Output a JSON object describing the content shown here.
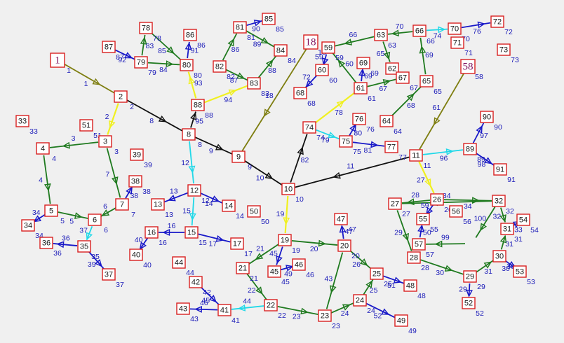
{
  "colors": {
    "background": "#f0f0f0",
    "node_border": "#d82020",
    "label_text": "#1a1ab8",
    "edge_olive": "#7e7e10",
    "edge_black": "#111111",
    "edge_yellow": "#f0f020",
    "edge_green": "#1f7a1f",
    "edge_blue": "#1818c8",
    "edge_cyan": "#20d8e8"
  },
  "nodes": [
    {
      "id": "n1",
      "label": "1",
      "big": true
    },
    {
      "id": "n2",
      "label": "2"
    },
    {
      "id": "n3",
      "label": "3"
    },
    {
      "id": "n4",
      "label": "4"
    },
    {
      "id": "n5",
      "label": "5"
    },
    {
      "id": "n6",
      "label": "6"
    },
    {
      "id": "n7",
      "label": "7"
    },
    {
      "id": "n8",
      "label": "8"
    },
    {
      "id": "n9",
      "label": "9"
    },
    {
      "id": "n10",
      "label": "10"
    },
    {
      "id": "n11",
      "label": "11"
    },
    {
      "id": "n12",
      "label": "12"
    },
    {
      "id": "n13",
      "label": "13"
    },
    {
      "id": "n14",
      "label": "14"
    },
    {
      "id": "n15",
      "label": "15"
    },
    {
      "id": "n16",
      "label": "16"
    },
    {
      "id": "n17",
      "label": "17"
    },
    {
      "id": "n18",
      "label": "18",
      "big": true
    },
    {
      "id": "n19",
      "label": "19"
    },
    {
      "id": "n20",
      "label": "20"
    },
    {
      "id": "n21",
      "label": "21"
    },
    {
      "id": "n22",
      "label": "22"
    },
    {
      "id": "n23",
      "label": "23"
    },
    {
      "id": "n24",
      "label": "24"
    },
    {
      "id": "n25",
      "label": "25"
    },
    {
      "id": "n26",
      "label": "26"
    },
    {
      "id": "n27",
      "label": "27"
    },
    {
      "id": "n28",
      "label": "28"
    },
    {
      "id": "n29",
      "label": "29"
    },
    {
      "id": "n30",
      "label": "30"
    },
    {
      "id": "n31",
      "label": "31"
    },
    {
      "id": "n32",
      "label": "32"
    },
    {
      "id": "n33",
      "label": "33"
    },
    {
      "id": "n34",
      "label": "34"
    },
    {
      "id": "n35",
      "label": "35"
    },
    {
      "id": "n36",
      "label": "36"
    },
    {
      "id": "n37",
      "label": "37"
    },
    {
      "id": "n38",
      "label": "38"
    },
    {
      "id": "n39",
      "label": "39"
    },
    {
      "id": "n40",
      "label": "40"
    },
    {
      "id": "n41",
      "label": "41"
    },
    {
      "id": "n42",
      "label": "42"
    },
    {
      "id": "n43",
      "label": "43"
    },
    {
      "id": "n44",
      "label": "44"
    },
    {
      "id": "n45",
      "label": "45"
    },
    {
      "id": "n46",
      "label": "46"
    },
    {
      "id": "n47",
      "label": "47"
    },
    {
      "id": "n48",
      "label": "48"
    },
    {
      "id": "n49",
      "label": "49"
    },
    {
      "id": "n50",
      "label": "50"
    },
    {
      "id": "n51",
      "label": "51"
    },
    {
      "id": "n52",
      "label": "52"
    },
    {
      "id": "n53",
      "label": "53"
    },
    {
      "id": "n54",
      "label": "54"
    },
    {
      "id": "n55",
      "label": "55"
    },
    {
      "id": "n56",
      "label": "56"
    },
    {
      "id": "n57",
      "label": "57"
    },
    {
      "id": "n58",
      "label": "58",
      "big": true
    },
    {
      "id": "n59",
      "label": "59"
    },
    {
      "id": "n60",
      "label": "60"
    },
    {
      "id": "n61",
      "label": "61"
    },
    {
      "id": "n62",
      "label": "62"
    },
    {
      "id": "n63",
      "label": "63"
    },
    {
      "id": "n64",
      "label": "64"
    },
    {
      "id": "n65",
      "label": "65"
    },
    {
      "id": "n66",
      "label": "66"
    },
    {
      "id": "n67",
      "label": "67"
    },
    {
      "id": "n68",
      "label": "68"
    },
    {
      "id": "n69",
      "label": "69"
    },
    {
      "id": "n70",
      "label": "70"
    },
    {
      "id": "n71",
      "label": "71"
    },
    {
      "id": "n72",
      "label": "72"
    },
    {
      "id": "n73",
      "label": "73"
    },
    {
      "id": "n74",
      "label": "74"
    },
    {
      "id": "n75",
      "label": "75"
    },
    {
      "id": "n76",
      "label": "76"
    },
    {
      "id": "n77",
      "label": "77"
    },
    {
      "id": "n78",
      "label": "78"
    },
    {
      "id": "n79",
      "label": "79"
    },
    {
      "id": "n80",
      "label": "80"
    },
    {
      "id": "n81",
      "label": "81"
    },
    {
      "id": "n82",
      "label": "82"
    },
    {
      "id": "n83",
      "label": "83"
    },
    {
      "id": "n84",
      "label": "84"
    },
    {
      "id": "n85",
      "label": "85"
    },
    {
      "id": "n86",
      "label": "86"
    },
    {
      "id": "n87",
      "label": "87"
    },
    {
      "id": "n88",
      "label": "88"
    },
    {
      "id": "n89",
      "label": "89"
    },
    {
      "id": "n90",
      "label": "90"
    },
    {
      "id": "n91",
      "label": "91"
    }
  ],
  "edges": [
    {
      "from": "n1",
      "to": "n2",
      "color": "olive",
      "label": "1"
    },
    {
      "from": "n2",
      "to": "n8",
      "color": "black",
      "label": "8"
    },
    {
      "from": "n2",
      "to": "n3",
      "color": "yellow",
      "label": "2"
    },
    {
      "from": "n3",
      "to": "n4",
      "color": "green",
      "label": "3"
    },
    {
      "from": "n3",
      "to": "n7",
      "color": "green",
      "label": "7"
    },
    {
      "from": "n4",
      "to": "n5",
      "color": "green",
      "label": "4"
    },
    {
      "from": "n5",
      "to": "n6",
      "color": "green",
      "label": "5"
    },
    {
      "from": "n5",
      "to": "n34",
      "color": "blue",
      "label": "34"
    },
    {
      "from": "n7",
      "to": "n6",
      "color": "green",
      "label": "6"
    },
    {
      "from": "n7",
      "to": "n38",
      "color": "blue",
      "label": "38"
    },
    {
      "from": "n6",
      "to": "n35",
      "color": "cyan",
      "label": "37"
    },
    {
      "from": "n35",
      "to": "n36",
      "color": "blue",
      "label": "36"
    },
    {
      "from": "n35",
      "to": "n37",
      "color": "blue",
      "label": "39"
    },
    {
      "from": "n8",
      "to": "n9",
      "color": "black",
      "label": "9"
    },
    {
      "from": "n8",
      "to": "n12",
      "color": "cyan",
      "label": "12"
    },
    {
      "from": "n8",
      "to": "n88",
      "color": "black",
      "label": "95"
    },
    {
      "from": "n9",
      "to": "n10",
      "color": "black",
      "label": "10"
    },
    {
      "from": "n18",
      "to": "n9",
      "color": "olive",
      "label": "18"
    },
    {
      "from": "n11",
      "to": "n10",
      "color": "black",
      "label": "11"
    },
    {
      "from": "n10",
      "to": "n19",
      "color": "yellow",
      "label": "19"
    },
    {
      "from": "n10",
      "to": "n74",
      "color": "black",
      "label": "82"
    },
    {
      "from": "n12",
      "to": "n13",
      "color": "blue",
      "label": "13"
    },
    {
      "from": "n12",
      "to": "n14",
      "color": "blue",
      "label": "14"
    },
    {
      "from": "n12",
      "to": "n15",
      "color": "cyan",
      "label": "15"
    },
    {
      "from": "n15",
      "to": "n16",
      "color": "blue",
      "label": "16"
    },
    {
      "from": "n15",
      "to": "n17",
      "color": "blue",
      "label": "17"
    },
    {
      "from": "n16",
      "to": "n40",
      "color": "blue",
      "label": "40"
    },
    {
      "from": "n19",
      "to": "n20",
      "color": "green",
      "label": "20"
    },
    {
      "from": "n19",
      "to": "n21",
      "color": "green",
      "label": "21"
    },
    {
      "from": "n19",
      "to": "n45",
      "color": "blue",
      "label": "45"
    },
    {
      "from": "n20",
      "to": "n23",
      "color": "green",
      "label": "43"
    },
    {
      "from": "n20",
      "to": "n25",
      "color": "green",
      "label": "26"
    },
    {
      "from": "n20",
      "to": "n47",
      "color": "blue",
      "label": "47"
    },
    {
      "from": "n21",
      "to": "n22",
      "color": "green",
      "label": "22"
    },
    {
      "from": "n22",
      "to": "n23",
      "color": "green",
      "label": "23"
    },
    {
      "from": "n22",
      "to": "n41",
      "color": "cyan",
      "label": "44"
    },
    {
      "from": "n23",
      "to": "n24",
      "color": "green",
      "label": "24"
    },
    {
      "from": "n24",
      "to": "n25",
      "color": "green",
      "label": "25"
    },
    {
      "from": "n24",
      "to": "n49",
      "color": "blue",
      "label": "52"
    },
    {
      "from": "n25",
      "to": "n48",
      "color": "blue",
      "label": "51"
    },
    {
      "from": "n41",
      "to": "n43",
      "color": "blue",
      "label": "46"
    },
    {
      "from": "n42",
      "to": "n41",
      "color": "blue",
      "label": "45"
    },
    {
      "from": "n45",
      "to": "n46",
      "color": "blue",
      "label": "49"
    },
    {
      "from": "n74",
      "to": "n61",
      "color": "yellow",
      "label": "78"
    },
    {
      "from": "n74",
      "to": "n75",
      "color": "cyan",
      "label": "79"
    },
    {
      "from": "n75",
      "to": "n76",
      "color": "blue",
      "label": "80"
    },
    {
      "from": "n75",
      "to": "n77",
      "color": "blue",
      "label": "81"
    },
    {
      "from": "n61",
      "to": "n59",
      "color": "green",
      "label": "60"
    },
    {
      "from": "n61",
      "to": "n69",
      "color": "blue",
      "label": "69"
    },
    {
      "from": "n61",
      "to": "n67",
      "color": "green",
      "label": "67"
    },
    {
      "from": "n63",
      "to": "n59",
      "color": "green",
      "label": "66"
    },
    {
      "from": "n63",
      "to": "n62",
      "color": "green",
      "label": "65"
    },
    {
      "from": "n66",
      "to": "n63",
      "color": "green",
      "label": "70"
    },
    {
      "from": "n66",
      "to": "n70",
      "color": "cyan",
      "label": "74"
    },
    {
      "from": "n70",
      "to": "n72",
      "color": "blue",
      "label": "76"
    },
    {
      "from": "n59",
      "to": "n60",
      "color": "blue",
      "label": "59"
    },
    {
      "from": "n60",
      "to": "n68",
      "color": "blue",
      "label": "72"
    },
    {
      "from": "n64",
      "to": "n65",
      "color": "green",
      "label": "68"
    },
    {
      "from": "n65",
      "to": "n66",
      "color": "green",
      "label": "69"
    },
    {
      "from": "n58",
      "to": "n11",
      "color": "olive",
      "label": "61"
    },
    {
      "from": "n11",
      "to": "n89",
      "color": "cyan",
      "label": "96"
    },
    {
      "from": "n11",
      "to": "n26",
      "color": "yellow",
      "label": "27"
    },
    {
      "from": "n89",
      "to": "n90",
      "color": "blue",
      "label": "97"
    },
    {
      "from": "n89",
      "to": "n91",
      "color": "blue",
      "label": "98"
    },
    {
      "from": "n26",
      "to": "n27",
      "color": "green",
      "label": "28"
    },
    {
      "from": "n26",
      "to": "n55",
      "color": "blue",
      "label": "59"
    },
    {
      "from": "n26",
      "to": "n32",
      "color": "green",
      "label": "34"
    },
    {
      "from": "n32",
      "to": "n27",
      "color": "green",
      "label": "34"
    },
    {
      "from": "n32",
      "to": "n92",
      "color": "green",
      "label": "100"
    },
    {
      "from": "n32",
      "to": "n31",
      "color": "green",
      "label": "32"
    },
    {
      "from": "n27",
      "to": "n28",
      "color": "green",
      "label": "29"
    },
    {
      "from": "n28",
      "to": "n29",
      "color": "green",
      "label": "30"
    },
    {
      "from": "n29",
      "to": "n30",
      "color": "green",
      "label": "31"
    },
    {
      "from": "n29",
      "to": "n52",
      "color": "blue",
      "label": "29"
    },
    {
      "from": "n30",
      "to": "n31",
      "color": "green",
      "label": "31"
    },
    {
      "from": "n30",
      "to": "n53",
      "color": "blue",
      "label": "30"
    },
    {
      "from": "n31",
      "to": "n54",
      "color": "blue",
      "label": "33"
    },
    {
      "from": "n92",
      "to": "n57",
      "color": "green",
      "label": "99"
    },
    {
      "from": "n57",
      "to": "n55",
      "color": "blue",
      "label": "50"
    },
    {
      "from": "n88",
      "to": "n83",
      "color": "yellow",
      "label": "94"
    },
    {
      "from": "n88",
      "to": "n80",
      "color": "yellow",
      "label": "93"
    },
    {
      "from": "n83",
      "to": "n84",
      "color": "green",
      "label": "88"
    },
    {
      "from": "n82",
      "to": "n83",
      "color": "green",
      "label": "87"
    },
    {
      "from": "n82",
      "to": "n81",
      "color": "green",
      "label": "86"
    },
    {
      "from": "n81",
      "to": "n85",
      "color": "blue",
      "label": "90"
    },
    {
      "from": "n81",
      "to": "n84",
      "color": "green",
      "label": "89"
    },
    {
      "from": "n79",
      "to": "n78",
      "color": "green",
      "label": "83"
    },
    {
      "from": "n79",
      "to": "n80",
      "color": "green",
      "label": "84"
    },
    {
      "from": "n80",
      "to": "n86",
      "color": "blue",
      "label": "91"
    },
    {
      "from": "n87",
      "to": "n79",
      "color": "blue",
      "label": "92"
    },
    {
      "from": "n78",
      "to": "n80",
      "color": "green",
      "label": "85"
    },
    {
      "from": "n13",
      "to": "n13",
      "color": "blue",
      "label": "13",
      "self": true
    }
  ],
  "node_labels_extra": [
    {
      "node": "n1",
      "label": "1"
    },
    {
      "node": "n2",
      "label": "2"
    },
    {
      "node": "n3",
      "label": "3"
    },
    {
      "node": "n4",
      "label": "4"
    },
    {
      "node": "n5",
      "label": "5"
    },
    {
      "node": "n6",
      "label": "6"
    },
    {
      "node": "n7",
      "label": "7"
    },
    {
      "node": "n8",
      "label": "8"
    },
    {
      "node": "n9",
      "label": "9"
    },
    {
      "node": "n10",
      "label": "10"
    },
    {
      "node": "n11",
      "label": "11"
    },
    {
      "node": "n12",
      "label": "12"
    },
    {
      "node": "n13",
      "label": "13"
    },
    {
      "node": "n14",
      "label": "14"
    },
    {
      "node": "n15",
      "label": "15"
    },
    {
      "node": "n16",
      "label": "16"
    },
    {
      "node": "n17",
      "label": "17"
    },
    {
      "node": "n18",
      "label": "18"
    },
    {
      "node": "n19",
      "label": "19"
    },
    {
      "node": "n20",
      "label": "20"
    },
    {
      "node": "n21",
      "label": "21"
    },
    {
      "node": "n22",
      "label": "22"
    },
    {
      "node": "n23",
      "label": "23"
    },
    {
      "node": "n24",
      "label": "24"
    },
    {
      "node": "n25",
      "label": "25"
    },
    {
      "node": "n26",
      "label": "26"
    },
    {
      "node": "n27",
      "label": "27"
    },
    {
      "node": "n28",
      "label": "28"
    },
    {
      "node": "n29",
      "label": "29"
    },
    {
      "node": "n30",
      "label": "30"
    },
    {
      "node": "n31",
      "label": "31"
    },
    {
      "node": "n32",
      "label": "32"
    },
    {
      "node": "n33",
      "label": "33"
    },
    {
      "node": "n34",
      "label": "34"
    },
    {
      "node": "n35",
      "label": "35"
    },
    {
      "node": "n36",
      "label": "36"
    },
    {
      "node": "n37",
      "label": "37"
    },
    {
      "node": "n38",
      "label": "38"
    },
    {
      "node": "n39",
      "label": "39"
    },
    {
      "node": "n40",
      "label": "40"
    },
    {
      "node": "n41",
      "label": "41"
    },
    {
      "node": "n42",
      "label": "42"
    },
    {
      "node": "n43",
      "label": "43"
    },
    {
      "node": "n44",
      "label": "44"
    },
    {
      "node": "n45",
      "label": "45"
    },
    {
      "node": "n46",
      "label": "46"
    },
    {
      "node": "n47",
      "label": "47"
    },
    {
      "node": "n48",
      "label": "48"
    },
    {
      "node": "n49",
      "label": "49"
    },
    {
      "node": "n50",
      "label": "50"
    },
    {
      "node": "n51",
      "label": "51"
    },
    {
      "node": "n52",
      "label": "52"
    },
    {
      "node": "n53",
      "label": "53"
    },
    {
      "node": "n54",
      "label": "54"
    },
    {
      "node": "n55",
      "label": "55"
    },
    {
      "node": "n56",
      "label": "56"
    },
    {
      "node": "n57",
      "label": "57"
    },
    {
      "node": "n58",
      "label": "58"
    },
    {
      "node": "n59",
      "label": "59"
    },
    {
      "node": "n60",
      "label": "60"
    },
    {
      "node": "n61",
      "label": "61"
    },
    {
      "node": "n62",
      "label": "62"
    },
    {
      "node": "n63",
      "label": "63"
    },
    {
      "node": "n64",
      "label": "64"
    },
    {
      "node": "n65",
      "label": "65"
    },
    {
      "node": "n66",
      "label": "66"
    },
    {
      "node": "n67",
      "label": "67"
    },
    {
      "node": "n68",
      "label": "68"
    },
    {
      "node": "n69",
      "label": "69"
    },
    {
      "node": "n70",
      "label": "70"
    },
    {
      "node": "n71",
      "label": "71"
    },
    {
      "node": "n72",
      "label": "72"
    },
    {
      "node": "n73",
      "label": "73"
    },
    {
      "node": "n74",
      "label": "74"
    },
    {
      "node": "n75",
      "label": "75"
    },
    {
      "node": "n76",
      "label": "76"
    },
    {
      "node": "n77",
      "label": "77"
    },
    {
      "node": "n78",
      "label": "78"
    },
    {
      "node": "n79",
      "label": "79"
    },
    {
      "node": "n80",
      "label": "80"
    },
    {
      "node": "n81",
      "label": "81"
    },
    {
      "node": "n82",
      "label": "82"
    },
    {
      "node": "n83",
      "label": "83"
    },
    {
      "node": "n84",
      "label": "84"
    },
    {
      "node": "n85",
      "label": "85"
    },
    {
      "node": "n86",
      "label": "86"
    },
    {
      "node": "n87",
      "label": "87"
    },
    {
      "node": "n88",
      "label": "88"
    },
    {
      "node": "n89",
      "label": "89"
    },
    {
      "node": "n90",
      "label": "90"
    },
    {
      "node": "n91",
      "label": "91"
    }
  ]
}
